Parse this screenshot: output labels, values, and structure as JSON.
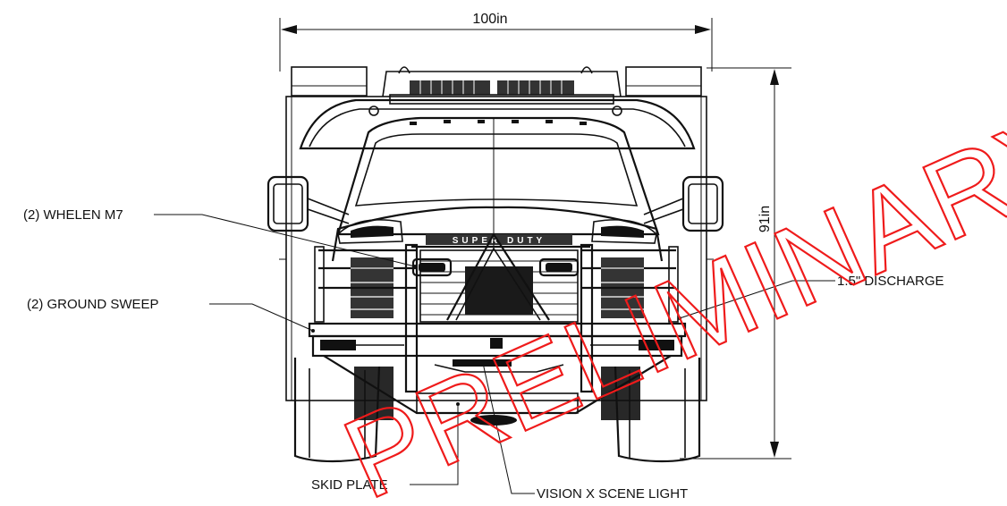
{
  "dimensions": {
    "width_label": "100in",
    "height_label": "91in"
  },
  "callouts": {
    "whelen": "(2) WHELEN M7",
    "ground_sweep": "(2) GROUND SWEEP",
    "discharge": "1.5\" DISCHARGE",
    "skid_plate": "SKID PLATE",
    "scene_light": "VISION X SCENE LIGHT"
  },
  "grille_text": "SUPER DUTY",
  "watermark": {
    "text": "PRELIMINARY",
    "color": "#ef1b1b"
  }
}
